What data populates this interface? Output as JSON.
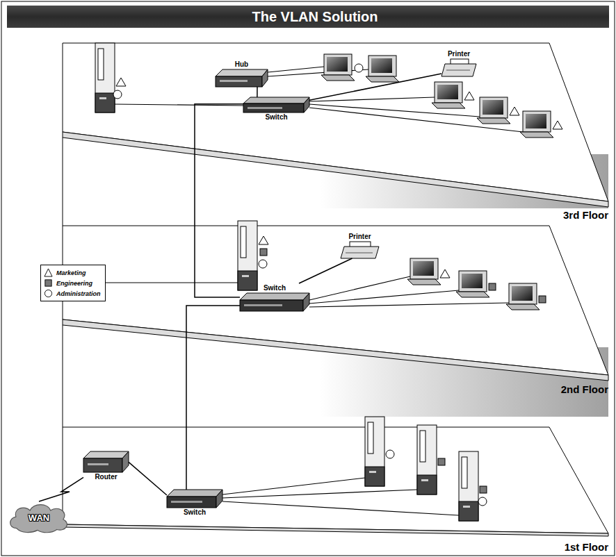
{
  "diagram": {
    "title": "The VLAN Solution",
    "nodes": [
      {
        "text": [
          "Hub"
        ]
      },
      {
        "text": [
          "Printer"
        ]
      },
      {
        "text": [
          "Switch"
        ]
      },
      {
        "text": [
          "Printer"
        ]
      },
      {
        "text": [
          "Switch"
        ]
      },
      {
        "text": [
          "Router"
        ]
      },
      {
        "text": [
          "WAN"
        ]
      },
      {
        "text": [
          "Switch"
        ]
      }
    ],
    "edges": [
      {
        "from": 0,
        "to": 2,
        "arrow": "none"
      },
      {
        "from": 1,
        "to": 2,
        "arrow": "none"
      },
      {
        "from": 2,
        "to": 4,
        "arrow": "none"
      },
      {
        "from": 4,
        "to": 7,
        "arrow": "none"
      },
      {
        "from": 4,
        "to": 3,
        "arrow": "none"
      },
      {
        "from": 5,
        "to": 7,
        "arrow": "none"
      },
      {
        "from": 5,
        "to": 6,
        "arrow": "none"
      }
    ],
    "labels": [
      "3rd Floor",
      "2nd Floor",
      "1st Floor"
    ],
    "legend": [
      {
        "text": "Marketing"
      },
      {
        "text": "Engineering"
      },
      {
        "text": "Administration"
      }
    ]
  }
}
